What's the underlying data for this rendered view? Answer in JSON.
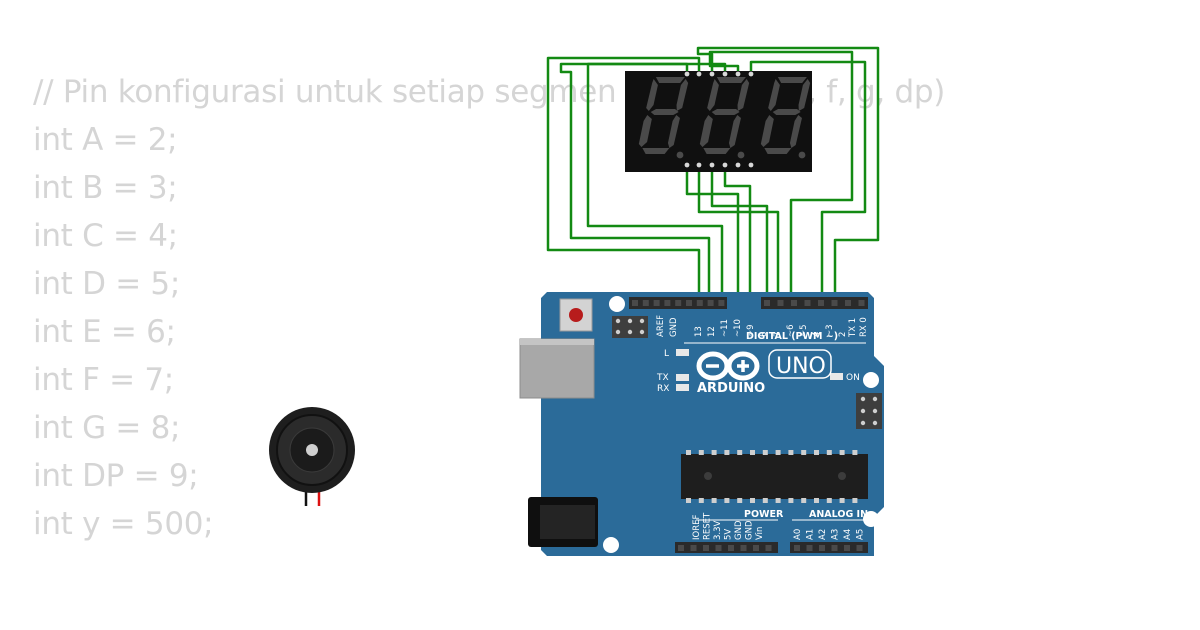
{
  "code_lines": [
    "// Pin konfigurasi untuk setiap segmen (a, b, c, d, e, f, g, dp)",
    "int A = 2;",
    "int B = 3;",
    "int C = 4;",
    "int D = 5;",
    "int E = 6;",
    "int F = 7;",
    "int G = 8;",
    "int DP = 9;",
    "int y = 500;"
  ],
  "board": {
    "brand": "ARDUINO",
    "model": "UNO",
    "digital_title": "DIGITAL (PWM ~)",
    "digital_pins": [
      "AREF",
      "GND",
      "13",
      "12",
      "~11",
      "~10",
      "~9",
      "8",
      "7",
      "~6",
      "~5",
      "4",
      "~3",
      "2",
      "TX 1",
      "RX 0"
    ],
    "power_title": "POWER",
    "power_pins": [
      "IOREF",
      "RESET",
      "3.3V",
      "5V",
      "GND",
      "GND",
      "Vin"
    ],
    "analog_title": "ANALOG IN",
    "analog_pins": [
      "A0",
      "A1",
      "A2",
      "A3",
      "A4",
      "A5"
    ],
    "led_l": "L",
    "led_tx": "TX",
    "led_rx": "RX",
    "led_on": "ON"
  },
  "display": {
    "digits": [
      "8.",
      "8.",
      "8."
    ]
  },
  "colors": {
    "board": "#2b6b99",
    "wire": "#138a13",
    "code_text": "#d5d5d5",
    "segment_off": "#4a4a4a",
    "display_body": "#101010"
  }
}
